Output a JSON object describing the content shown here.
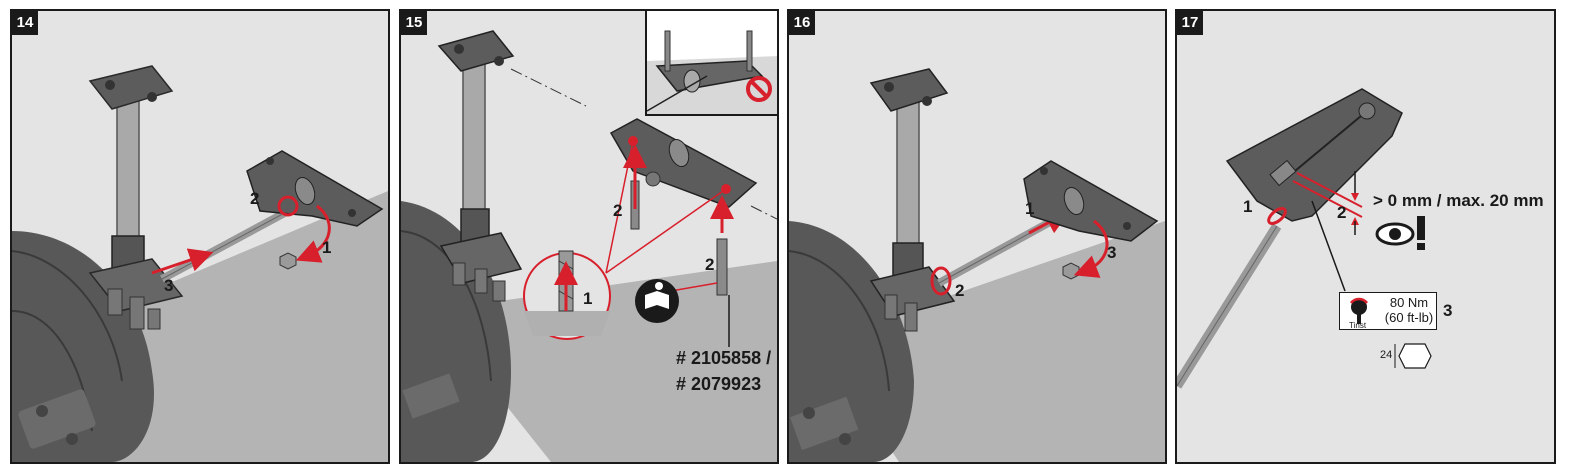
{
  "panels": [
    {
      "step": "14",
      "labels": {
        "l1": "1",
        "l2": "2",
        "l3": "3"
      }
    },
    {
      "step": "15",
      "labels": {
        "l1": "1",
        "l2a": "2",
        "l2b": "2"
      },
      "part_numbers": [
        "# 2105858 /",
        "# 2079923"
      ]
    },
    {
      "step": "16",
      "labels": {
        "l1": "1",
        "l2": "2",
        "l3": "3"
      }
    },
    {
      "step": "17",
      "labels": {
        "l1": "1",
        "l2": "2",
        "l3": "3"
      },
      "gap_text": "> 0 mm / max. 20 mm",
      "torque": {
        "value": "80 Nm",
        "alt": "(60 ft-lb)",
        "label": "Tinst"
      },
      "socket_size": "24"
    }
  ],
  "colors": {
    "accent": "#d7202c",
    "ink": "#1a1a1a",
    "panel_bg": "#e4e4e4",
    "metal": "#6b6b6b",
    "pipe": "#b4b4b4"
  },
  "icons": [
    "no-entry-icon",
    "read-manual-icon",
    "eye-icon",
    "exclamation-icon",
    "torque-wrench-icon",
    "hex-socket-icon"
  ]
}
